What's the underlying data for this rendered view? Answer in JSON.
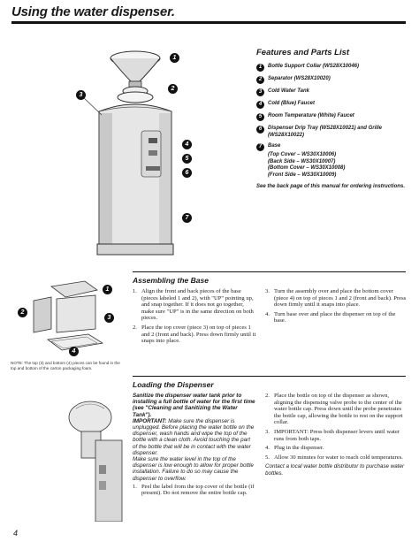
{
  "page_title": "Using the water dispenser.",
  "features": {
    "title": "Features and Parts List",
    "items": [
      {
        "num": "1",
        "text": "Bottle Support Collar (WS28X10046)"
      },
      {
        "num": "2",
        "text": "Separator (WS28X10020)"
      },
      {
        "num": "3",
        "text": "Cold Water Tank"
      },
      {
        "num": "4",
        "text": "Cold (Blue) Faucet"
      },
      {
        "num": "5",
        "text": "Room Temperature (White) Faucet"
      },
      {
        "num": "6",
        "text": "Dispenser Drip Tray (WS28X10021) and Grille (WS28X10022)"
      },
      {
        "num": "7",
        "text": "Base"
      }
    ],
    "base_parts": [
      "(Top Cover – WS30X10006)",
      "(Back Side – WS30X10007)",
      "(Bottom Cover – WS30X10008)",
      "(Front Side – WS30X10009)"
    ],
    "note": "See the back page of this manual for ordering instructions."
  },
  "diagram": {
    "callouts": [
      "1",
      "2",
      "3",
      "4",
      "5",
      "6",
      "7"
    ]
  },
  "base_diagram": {
    "callouts": [
      "1",
      "2",
      "3",
      "4"
    ]
  },
  "assembling": {
    "title": "Assembling the Base",
    "steps": [
      {
        "num": "1.",
        "text": "Align the front and back pieces of the base (pieces labeled 1 and 2), with \"UP\" pointing up, and snap together. If it does not go together, make sure \"UP\" is in the same direction on both pieces."
      },
      {
        "num": "2.",
        "text": "Place the top cover (piece 3) on top of pieces 1 and 2 (front and back). Press down firmly until it snaps into place."
      },
      {
        "num": "3.",
        "text": "Turn the assembly over and place the bottom cover (piece 4) on top of pieces 1 and 2 (front and back). Press down firmly until it snaps into place."
      },
      {
        "num": "4.",
        "text": "Turn base over and place the dispenser on top of the base."
      }
    ],
    "note": "NOTE: The top (3) and bottom (4) pieces can be found in the top and bottom of the carton packaging foam."
  },
  "loading": {
    "title": "Loading the Dispenser",
    "intro": "Sanitize the dispenser water tank prior to installing a full bottle of water for the first time (see \"Cleaning and Sanitizing the Water Tank\").",
    "important_label": "IMPORTANT:",
    "important_text": "Make sure the dispenser is unplugged. Before placing the water bottle on the dispenser, wash hands and wipe the top of the bottle with a clean cloth. Avoid touching the part of the bottle that will be in contact with the water dispenser.",
    "level_note": "Make sure the water level in the top of the dispenser is low enough to allow for proper bottle installation. Failure to do so may cause the dispenser to overflow.",
    "steps_left": [
      {
        "num": "1.",
        "text": "Peel the label from the top cover of the bottle (if present). Do not remove the entire bottle cap."
      }
    ],
    "steps_right": [
      {
        "num": "2.",
        "text": "Place the bottle on top of the dispenser as shown, aligning the dispensing valve probe to the center of the water bottle cap. Press down until the probe penetrates the bottle cap, allowing the bottle to rest on the support collar."
      },
      {
        "num": "3.",
        "text": "IMPORTANT: Press both dispenser levers until water runs from both taps."
      },
      {
        "num": "4.",
        "text": "Plug in the dispenser."
      },
      {
        "num": "5.",
        "text": "Allow 30 minutes for water to reach cold temperatures."
      }
    ],
    "contact": "Contact a local water bottle distributor to purchase water bottles."
  },
  "page_number": "4"
}
